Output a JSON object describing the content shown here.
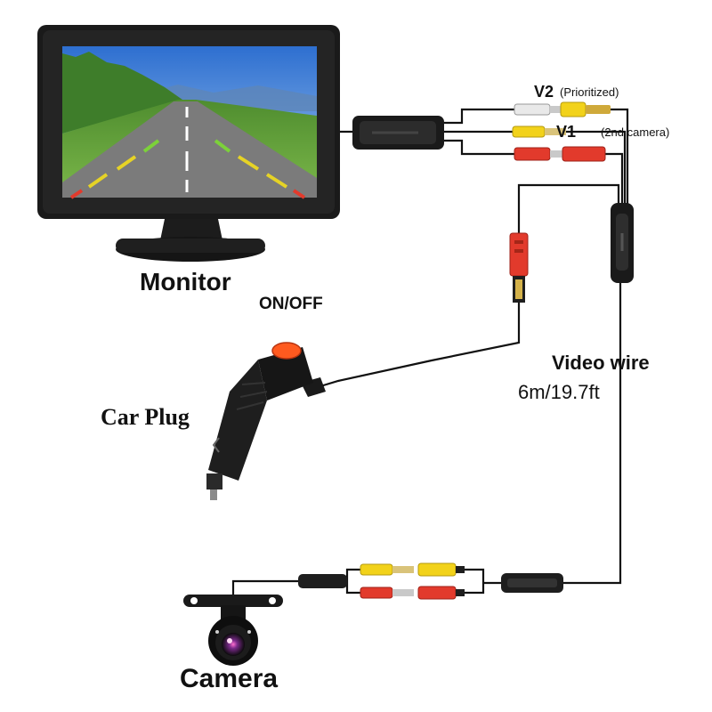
{
  "labels": {
    "monitor": "Monitor",
    "on_off": "ON/OFF",
    "car_plug": "Car Plug",
    "video_wire": "Video wire",
    "wire_length": "6m/19.7ft",
    "camera": "Camera",
    "v2": "V2",
    "v2_note": "(Prioritized)",
    "v1": "V1",
    "v1_note": "(2nd camera)"
  },
  "colors": {
    "rca_yellow": "#f2d21a",
    "rca_red": "#e23a2c",
    "rca_white": "#f1f1f1",
    "cable": "#111111",
    "power_button": "#ff5a1f",
    "sky": "#3f84d8",
    "grass": "#5fa03a",
    "road": "#7b7b7b"
  },
  "icons": {
    "monitor": "lcd-monitor-icon",
    "car_plug": "cigarette-lighter-plug-icon",
    "camera": "backup-camera-icon"
  }
}
